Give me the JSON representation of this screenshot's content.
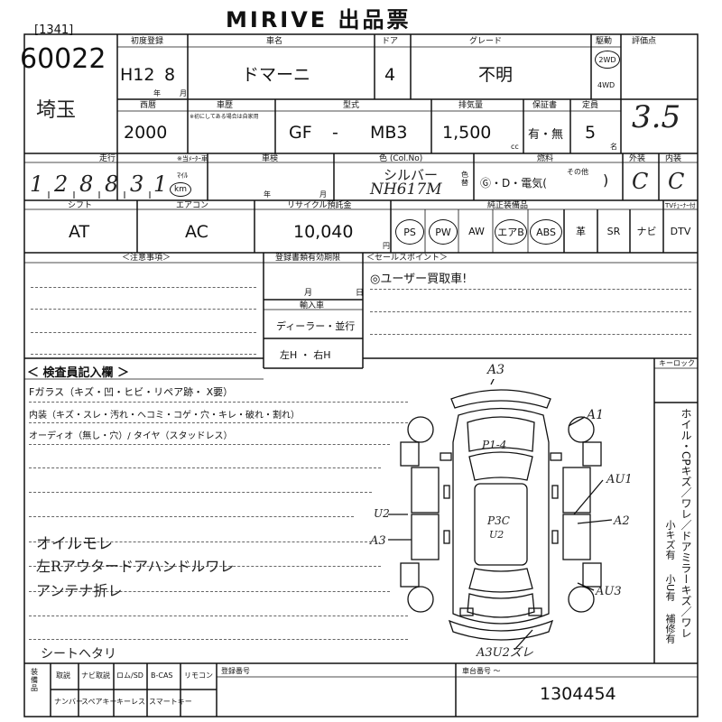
{
  "title": "MIRIVE 出品票",
  "lot_box": "[1341]",
  "lot_number": "60022",
  "region": "埼玉",
  "header_labels": {
    "first_reg": "初度登録",
    "car_name": "車名",
    "doors": "ドア",
    "grade": "グレード",
    "drive": "駆動",
    "score": "評価点",
    "western": "西暦",
    "shaken": "車歴",
    "shaken_sub": "※初にしてある場合は自家用",
    "model": "型式",
    "displacement": "排気量",
    "warranty": "保証書",
    "capacity": "定員",
    "mileage": "走行",
    "mileage_note": "※当ﾒｰﾀｰ車",
    "inspection": "車検",
    "color": "色 (Col.No)",
    "fuel": "燃料",
    "exterior": "外装",
    "interior": "内装",
    "shift": "シフト",
    "aircon": "エアコン",
    "recycle": "リサイクル預託金",
    "equipment": "純正装備品",
    "tv_tuner": "TVﾁｭｰﾅｰ付",
    "notes": "＜注意事項＞",
    "reg_deadline": "登録書類有効期限",
    "sales_point": "＜セールスポイント＞",
    "import": "輸入車",
    "inspector": "＜ 検査員記入欄 ＞",
    "keylock": "キーロック",
    "accessories": "装備品",
    "reg_number": "登録番号",
    "chassis": "車台番号 ～"
  },
  "values": {
    "era_year": "H12",
    "month": "8",
    "year_unit": "年",
    "month_unit": "月",
    "car_name": "ドマーニ",
    "doors": "4",
    "grade": "不明",
    "drive_2wd": "2WD",
    "drive_4wd": "4WD",
    "score": "3.5",
    "western_year": "2000",
    "model_prefix": "GF",
    "model_dash": "-",
    "model_code": "MB3",
    "displacement": "1,500",
    "cc_unit": "cc",
    "warranty": "有・無",
    "capacity": "5",
    "capacity_unit": "名",
    "mileage_digits": [
      "1",
      "2",
      "8",
      "8",
      "3",
      "1"
    ],
    "mileage_unit_top": "ﾏｲﾙ",
    "mileage_unit": "km",
    "insp_year": "年",
    "insp_month": "月",
    "color_name": "シルバー",
    "color_code": "NH617M",
    "color_change": "色替",
    "fuel_options": "Ⓖ・D・電気(",
    "fuel_other": "その他",
    "fuel_close": ")",
    "exterior_grade": "C",
    "interior_grade": "C",
    "shift": "AT",
    "aircon": "AC",
    "recycle": "10,040",
    "yen_unit": "円",
    "equipment": [
      "PS",
      "PW",
      "AW",
      "エアB",
      "ABS",
      "革",
      "SR",
      "ナビ",
      "DTV"
    ],
    "reg_month": "月",
    "reg_day": "日",
    "sales_point": "◎ユーザー買取車!",
    "dealer": "ディーラー・並行",
    "steering": "左H ・ 右H",
    "inspector_lines": [
      "Fガラス（キズ・凹・ヒビ・リペア跡・ X要）",
      "内装（キズ・スレ・汚れ・ヘコミ・コゲ・穴・キレ・破れ・割れ）",
      "オーディオ（無し・穴）/ タイヤ（スタッドレス）"
    ],
    "handwritten_notes": [
      "オイルモレ",
      "左Rアウタードアハンドルワレ",
      "アンテナ折レ",
      "シートヘタリ"
    ],
    "side_panel": [
      "ホイル・CPキズ／ワレ／ドアミラーキズ／ワレ",
      "小キズ有",
      "小U有",
      "補修有"
    ],
    "diagram_marks": {
      "a3_top": "A3",
      "a1": "A1",
      "p1_4": "P1-4",
      "au1": "AU1",
      "u2_left": "U2",
      "p3c": "P3C",
      "u2_center": "U2",
      "a3_left": "A3",
      "a2": "A2",
      "au3": "AU3",
      "a3u2_bottom": "A3U2ズレ"
    },
    "accessory_labels": [
      "取説",
      "ナビ取説",
      "ロム/SD",
      "B-CAS",
      "リモコン",
      "ナンバー",
      "スペアキー",
      "キーレス",
      "スマートキー"
    ],
    "chassis_number": "1304454"
  }
}
